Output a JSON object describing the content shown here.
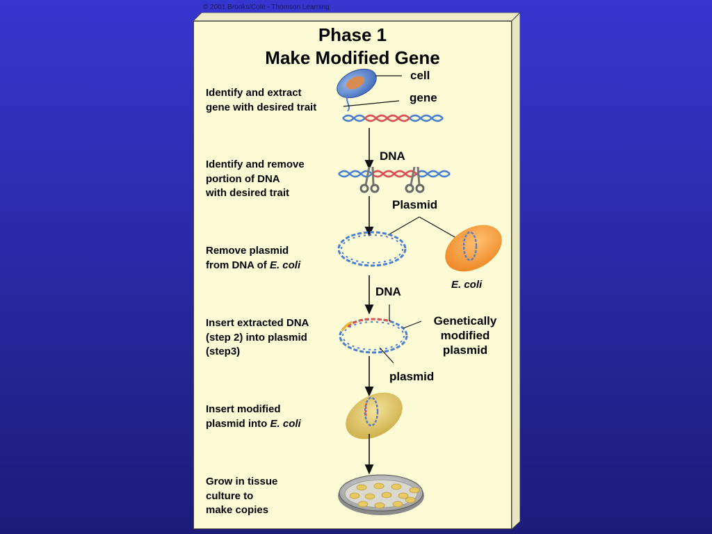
{
  "copyright": "© 2001 Brooks/Cole - Thomson Learning",
  "title": {
    "line1": "Phase 1",
    "line2": "Make Modified Gene"
  },
  "steps": [
    {
      "l1": "Identify and extract",
      "l2": "gene with desired trait",
      "l3": ""
    },
    {
      "l1": "Identify and remove",
      "l2": "portion of DNA",
      "l3": "with desired trait"
    },
    {
      "l1": "Remove plasmid",
      "l2": "from DNA of ",
      "l2i": "E. coli",
      "l3": ""
    },
    {
      "l1": "Insert extracted DNA",
      "l2": "(step 2) into plasmid",
      "l3": "(step3)"
    },
    {
      "l1": "Insert modified",
      "l2": "plasmid into ",
      "l2i": "E. coli",
      "l3": ""
    },
    {
      "l1": "Grow in tissue",
      "l2": "culture to",
      "l3": "make copies"
    }
  ],
  "labels": {
    "cell": "cell",
    "gene": "gene",
    "dna1": "DNA",
    "plasmid1": "Plasmid",
    "ecoli": "E. coli",
    "dna2": "DNA",
    "gm1": "Genetically",
    "gm2": "modified",
    "gm3": "plasmid",
    "plasmid2": "plasmid"
  },
  "colors": {
    "dna_blue": "#4a7fd0",
    "dna_red": "#e05050",
    "cell_blue": "#4a78c8",
    "ecoli_orange": "#f0902a",
    "modified_gold": "#d4b84a"
  }
}
